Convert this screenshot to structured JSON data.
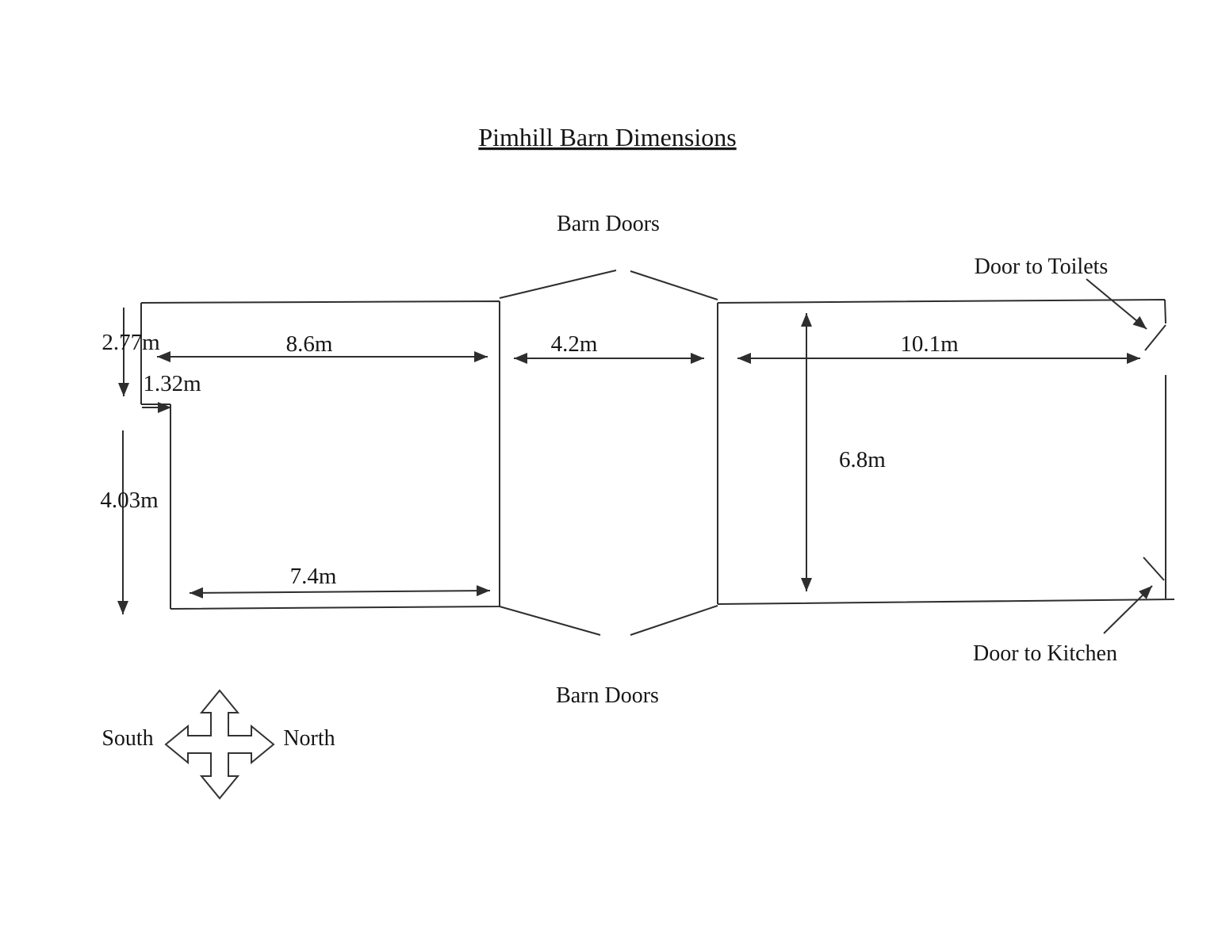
{
  "title": "Pimhill Barn Dimensions",
  "labels": {
    "barn_doors_top": "Barn Doors",
    "barn_doors_bottom": "Barn Doors",
    "door_to_toilets": "Door to Toilets",
    "door_to_kitchen": "Door to Kitchen",
    "compass_south": "South",
    "compass_north": "North"
  },
  "dimensions": {
    "left_wall_upper": "2.77m",
    "step_width": "1.32m",
    "left_wall_lower": "4.03m",
    "left_room_top_width": "8.6m",
    "center_opening_width": "4.2m",
    "right_room_width": "10.1m",
    "right_room_height": "6.8m",
    "left_room_bottom_width": "7.4m"
  },
  "colors": {
    "line": "#2e2e2e",
    "text": "#161616",
    "background": "#ffffff"
  }
}
